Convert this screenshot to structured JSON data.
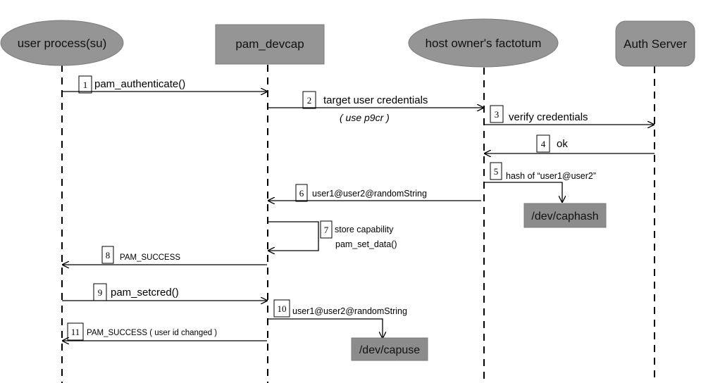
{
  "actors": {
    "user_process": "user process(su)",
    "pam_devcap": "pam_devcap",
    "factotum": "host owner's factotum",
    "auth_server": "Auth Server"
  },
  "messages": {
    "m1": {
      "num": "1",
      "label": "pam_authenticate()"
    },
    "m2": {
      "num": "2",
      "label": "target user credentials",
      "note": "( use p9cr )"
    },
    "m3": {
      "num": "3",
      "label": "verify credentials"
    },
    "m4": {
      "num": "4",
      "label": "ok"
    },
    "m5": {
      "num": "5",
      "label": "hash of “user1@user2”"
    },
    "m6": {
      "num": "6",
      "label": "user1@user2@randomString"
    },
    "m7": {
      "num": "7",
      "label": "store capability",
      "label2": "pam_set_data()"
    },
    "m8": {
      "num": "8",
      "label": "PAM_SUCCESS"
    },
    "m9": {
      "num": "9",
      "label": "pam_setcred()"
    },
    "m10": {
      "num": "10",
      "label": "user1@user2@randomString"
    },
    "m11": {
      "num": "11",
      "label": "PAM_SUCCESS ( user id changed )"
    }
  },
  "devices": {
    "caphash": "/dev/caphash",
    "capuse": "/dev/capuse"
  },
  "colors": {
    "actor_fill": "#959595",
    "device_fill": "#8c8c8c",
    "line": "#000000"
  }
}
